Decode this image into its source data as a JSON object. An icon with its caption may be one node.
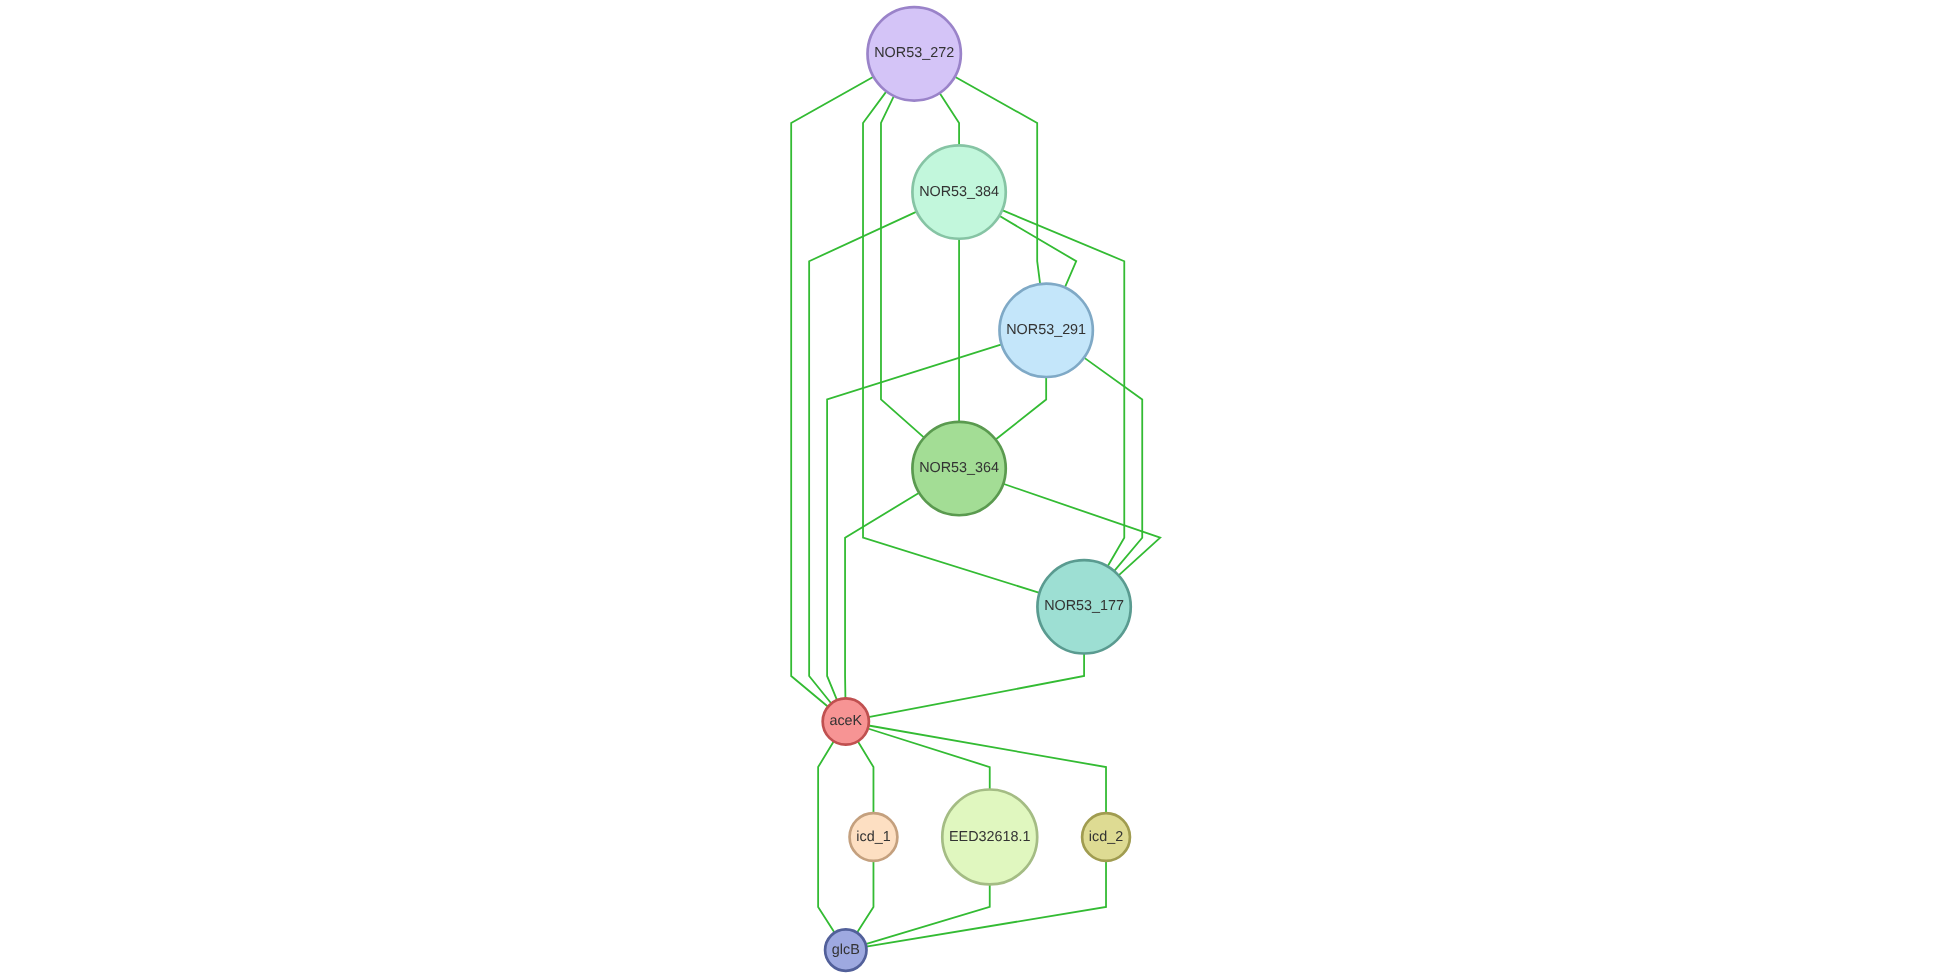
{
  "diagram": {
    "nodes": [
      {
        "text": [
          "NOR53_272"
        ]
      },
      {
        "text": [
          "NOR53_384"
        ]
      },
      {
        "text": [
          "NOR53_291"
        ]
      },
      {
        "text": [
          "NOR53_364"
        ]
      },
      {
        "text": [
          "NOR53_177"
        ]
      },
      {
        "text": [
          "aceK"
        ]
      },
      {
        "text": [
          "icd_1"
        ]
      },
      {
        "text": [
          "EED32618.1"
        ]
      },
      {
        "text": [
          "icd_2"
        ]
      },
      {
        "text": [
          "glcB"
        ]
      }
    ],
    "edges": [
      {
        "from": 0,
        "to": 1,
        "arrow": "none"
      },
      {
        "from": 0,
        "to": 2,
        "arrow": "none"
      },
      {
        "from": 0,
        "to": 3,
        "arrow": "none"
      },
      {
        "from": 0,
        "to": 4,
        "arrow": "none"
      },
      {
        "from": 0,
        "to": 5,
        "arrow": "none"
      },
      {
        "from": 1,
        "to": 2,
        "arrow": "none"
      },
      {
        "from": 1,
        "to": 3,
        "arrow": "none"
      },
      {
        "from": 1,
        "to": 4,
        "arrow": "none"
      },
      {
        "from": 1,
        "to": 5,
        "arrow": "none"
      },
      {
        "from": 2,
        "to": 3,
        "arrow": "none"
      },
      {
        "from": 2,
        "to": 4,
        "arrow": "none"
      },
      {
        "from": 2,
        "to": 5,
        "arrow": "none"
      },
      {
        "from": 3,
        "to": 4,
        "arrow": "none"
      },
      {
        "from": 3,
        "to": 5,
        "arrow": "none"
      },
      {
        "from": 4,
        "to": 5,
        "arrow": "none"
      },
      {
        "from": 5,
        "to": 6,
        "arrow": "none"
      },
      {
        "from": 5,
        "to": 7,
        "arrow": "none"
      },
      {
        "from": 5,
        "to": 9,
        "arrow": "none"
      },
      {
        "from": 5,
        "to": 8,
        "arrow": "none"
      },
      {
        "from": 6,
        "to": 9,
        "arrow": "none"
      },
      {
        "from": 7,
        "to": 9,
        "arrow": "none"
      },
      {
        "from": 8,
        "to": 9,
        "arrow": "none"
      }
    ]
  }
}
